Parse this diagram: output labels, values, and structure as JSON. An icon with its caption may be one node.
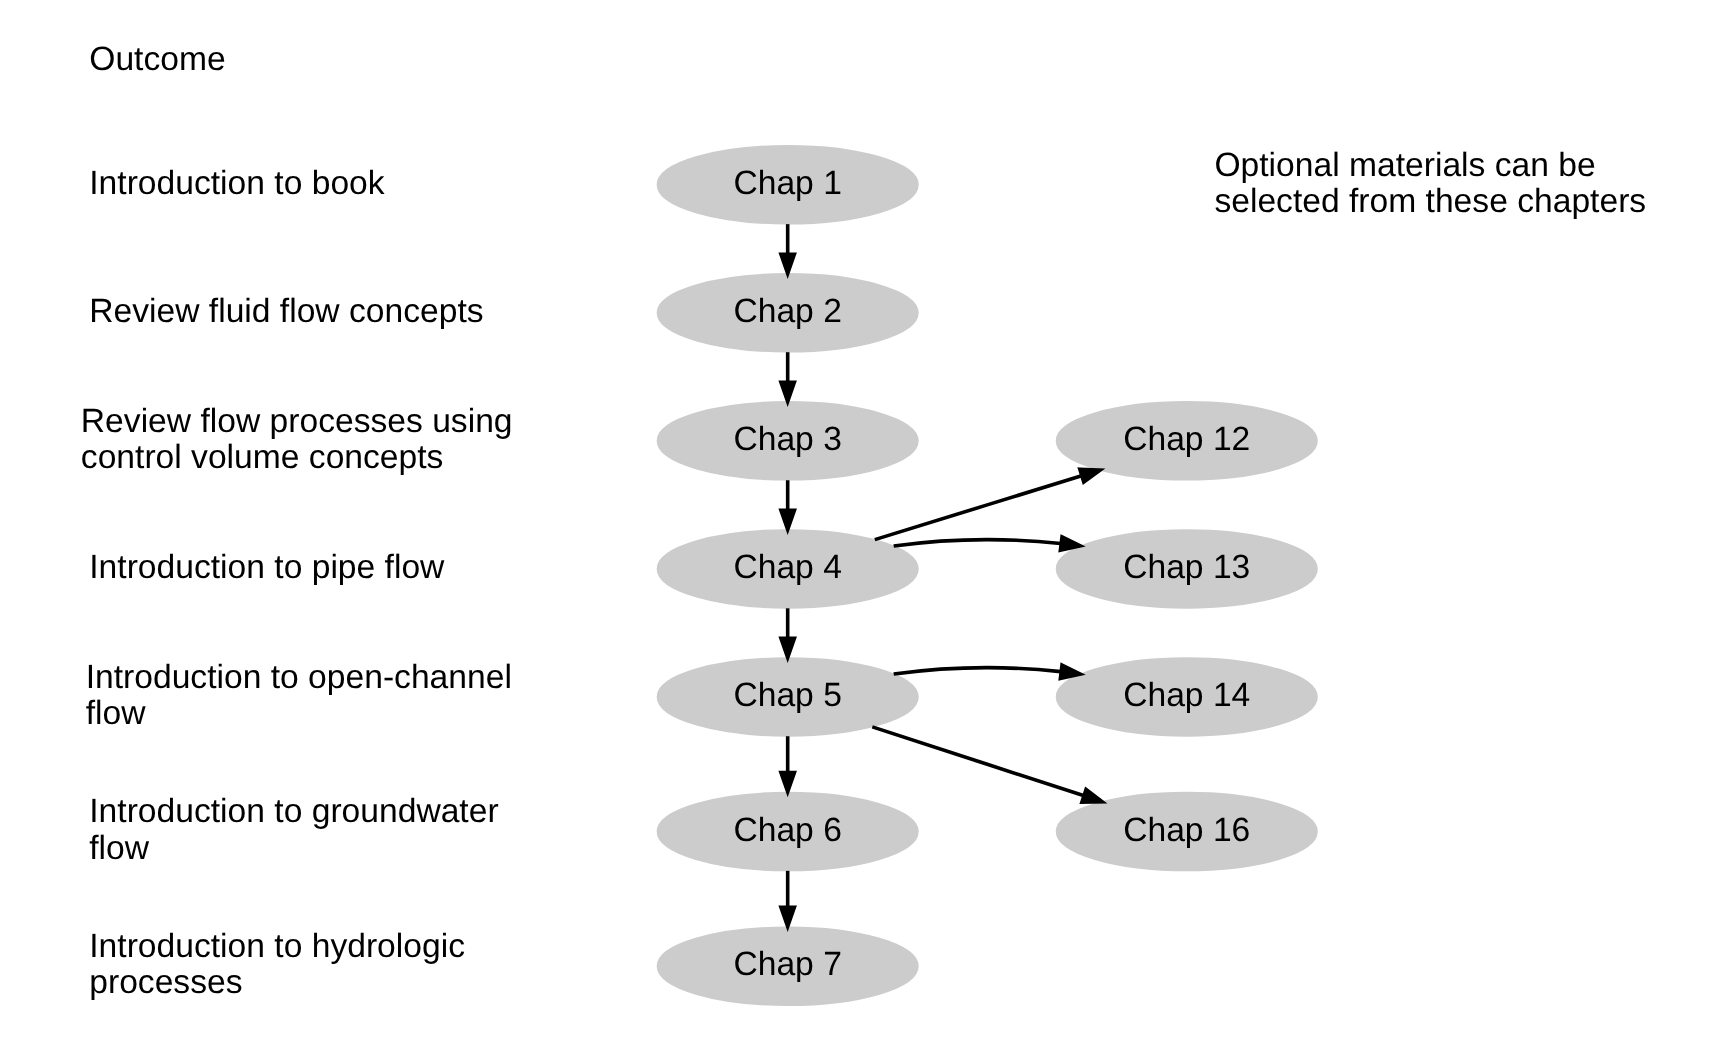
{
  "diagram": {
    "nodes": [
      {
        "text": [
          "Chap 1"
        ]
      },
      {
        "text": [
          "Chap 2"
        ]
      },
      {
        "text": [
          "Chap 3"
        ]
      },
      {
        "text": [
          "Chap 4"
        ]
      },
      {
        "text": [
          "Chap 5"
        ]
      },
      {
        "text": [
          "Chap 6"
        ]
      },
      {
        "text": [
          "Chap 7"
        ]
      },
      {
        "text": [
          "Chap 12"
        ]
      },
      {
        "text": [
          "Chap 13"
        ]
      },
      {
        "text": [
          "Chap 14"
        ]
      },
      {
        "text": [
          "Chap 16"
        ]
      }
    ],
    "edges": [
      {
        "from": 0,
        "to": 1,
        "arrow": "to"
      },
      {
        "from": 1,
        "to": 2,
        "arrow": "to"
      },
      {
        "from": 2,
        "to": 3,
        "arrow": "to"
      },
      {
        "from": 3,
        "to": 4,
        "arrow": "to"
      },
      {
        "from": 4,
        "to": 5,
        "arrow": "to"
      },
      {
        "from": 5,
        "to": 6,
        "arrow": "to"
      },
      {
        "from": 3,
        "to": 7,
        "arrow": "to"
      },
      {
        "from": 3,
        "to": 8,
        "arrow": "to"
      },
      {
        "from": 4,
        "to": 9,
        "arrow": "to"
      },
      {
        "from": 4,
        "to": 10,
        "arrow": "to"
      }
    ],
    "labels": [
      "Outcome",
      "Introduction to book",
      "Optional materials can be selected from these chapters",
      "Review fluid flow concepts",
      "Review flow processes using control volume concepts",
      "Introduction to pipe flow",
      "Introduction to open-channel flow",
      "Introduction to groundwater flow",
      "Introduction to hydrologic processes"
    ]
  }
}
